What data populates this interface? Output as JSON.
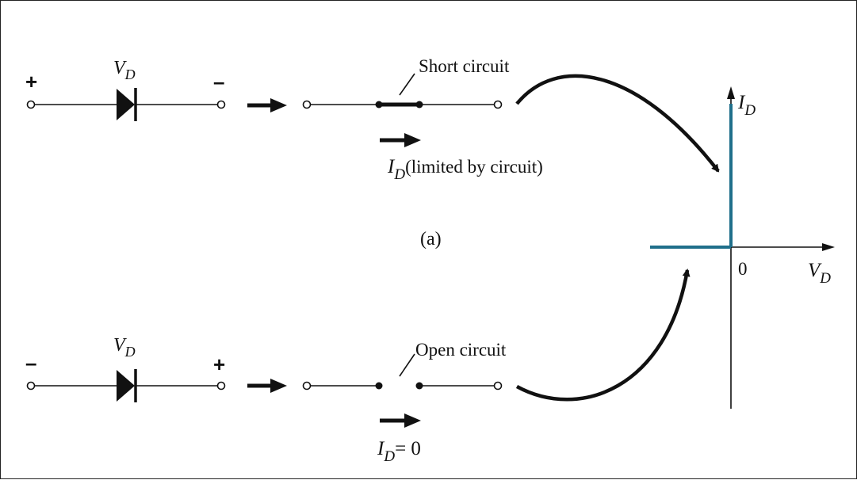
{
  "top_circuit": {
    "left_sign": "+",
    "right_sign": "–",
    "diode_label_main": "V",
    "diode_label_sub": "D",
    "equiv_label": "Short circuit",
    "current_main": "I",
    "current_sub": "D",
    "current_text": "(limited by circuit)",
    "caption": "(a)"
  },
  "bottom_circuit": {
    "left_sign": "–",
    "right_sign": "+",
    "diode_label_main": "V",
    "diode_label_sub": "D",
    "equiv_label": "Open circuit",
    "current_main": "I",
    "current_sub": "D",
    "current_text": "= 0"
  },
  "graph": {
    "y_axis_main": "I",
    "y_axis_sub": "D",
    "x_axis_main": "V",
    "x_axis_sub": "D",
    "origin_label": "0",
    "characteristic_color": "#1f6f8b"
  }
}
